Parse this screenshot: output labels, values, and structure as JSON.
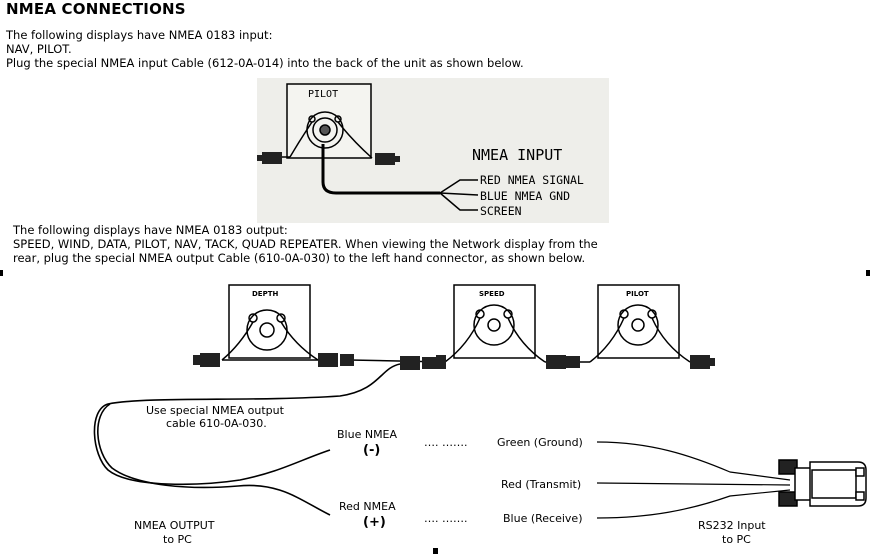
{
  "title": "NMEA CONNECTIONS",
  "input_section": {
    "line1": "The following displays have NMEA 0183 input:",
    "line2": "NAV, PILOT.",
    "line3": "Plug the special NMEA input Cable (612-0A-014) into the back of the unit as shown below."
  },
  "input_diagram": {
    "unit_label": "PILOT",
    "heading": "NMEA INPUT",
    "wires": [
      "RED NMEA SIGNAL",
      "BLUE NMEA GND",
      "SCREEN"
    ]
  },
  "output_section": {
    "line1": "The following displays have NMEA 0183 output:",
    "line2": "SPEED, WIND, DATA, PILOT, NAV, TACK, QUAD REPEATER. When viewing the Network display from the",
    "line3": "rear, plug the special NMEA output Cable (610-0A-030) to the left hand connector, as shown below."
  },
  "output_diagram": {
    "units": [
      "DEPTH",
      "SPEED",
      "PILOT"
    ],
    "cable_note_1": "Use special NMEA output",
    "cable_note_2": "cable 610-0A-030.",
    "blue_nmea": "Blue NMEA",
    "minus": "(-)",
    "red_nmea": "Red NMEA",
    "plus": "(+)",
    "dots": "…. …….",
    "green": "Green (Ground)",
    "red": "Red (Transmit)",
    "blue": "Blue (Receive)",
    "nmea_output_1": "NMEA OUTPUT",
    "nmea_output_2": "to PC",
    "rs232_1": "RS232 Input",
    "rs232_2": "to PC"
  }
}
